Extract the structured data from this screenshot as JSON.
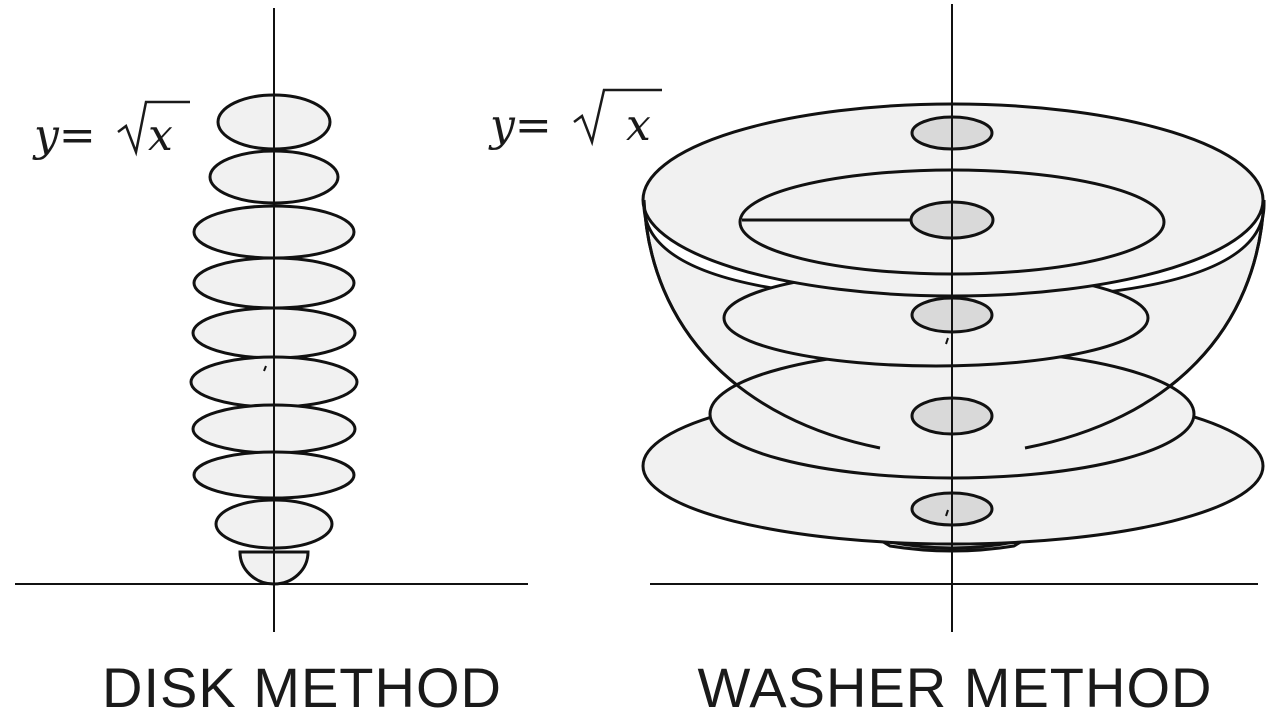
{
  "left_panel": {
    "equation_prefix": "y=",
    "equation_radicand": "x",
    "caption": "DISK METHOD"
  },
  "right_panel": {
    "equation_prefix": "y=",
    "equation_radicand": "x",
    "caption": "WASHER METHOD"
  },
  "colors": {
    "line": "#111111",
    "disk_fill": "#f1f1f1",
    "hole_fill": "#d9d9d9",
    "background": "#ffffff"
  }
}
